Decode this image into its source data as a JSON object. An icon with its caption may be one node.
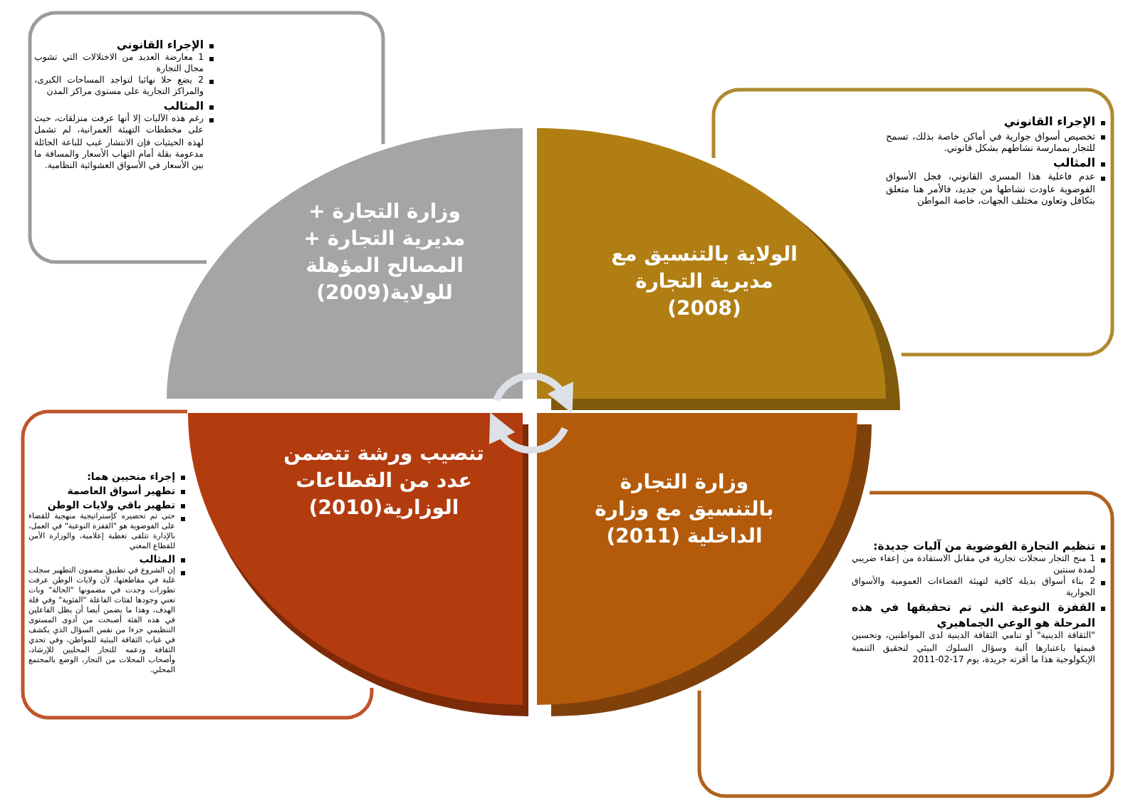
{
  "diagram": {
    "nodes": [
      {
        "text": [
          "الولاية بالتنسيق مع مديرية التجارة (2008)"
        ]
      },
      {
        "text": [
          "وزارة التجارة + مديرية التجارة + المصالح المؤهلة للولاية(2009)"
        ]
      },
      {
        "text": [
          "تنصيب ورشة تتضمن عدد من القطاعات الوزارية(2010)"
        ]
      },
      {
        "text": [
          "وزارة التجارة بالتنسيق مع وزارة الداخلية (2011)"
        ]
      },
      {
        "text": [
          "الإجراء القانوني",
          "تخصيص أسواق جوارية في أماكن خاصة بذلك، تسمح للتجار بممارسة نشاطهم بشكل قانوني.",
          "المثالب",
          "عدم فاعلية هذا المسرى القانوني، فجل الأسواق الفوضوية عاودت نشاطها من جديد، فالأمر هنا متعلق بتكافل وتعاون مختلف الجهات، خاصة المواطن"
        ]
      },
      {
        "text": [
          "الإجراء القانوني",
          "1 معارضة العديد من الاختلالات التي تشوب مجال التجارة",
          "2 يضع حلا نهائيا لتواجد المساحات الكبرى، والمراكز التجارية على مستوى مراكز المدن",
          "المثالب",
          "رغم هذه الآليات إلا أنها عرفت منزلقات، حيث على مخططات التهيئة العمرانية، لم تشمل لهذه الحيثيات فإن الانتشار غيب للباعة الجائلة مدعومة بقلة أمام التهاب الأسعار والمسافة ما بين الأسعار في الأسواق العشوائية النظامية."
        ]
      },
      {
        "text": [
          "إجراء منحيين هما:",
          "تطهير أسواق العاصمة",
          "تطهير باقي ولايات الوطن",
          "حتى تم تحضيره كإستراتيجية منهجية للقضاء على الفوضوية هو \"القفزة النوعية\" في العمل، بالإدارة تتلقى تغطية إعلامية، والوزارة الأمن للقطاع المعني",
          "المثالب",
          "إن الشروع في تطبيق مضمون التطهير سجلت غلبة في مقاطعتها، لأن ولايات الوطن عرفت تطورات وجدت في مضمونها \"الحالة\" وبات تعني وجودها لفئات الفاعلة \"الفئوية\" وفي قلة الهدف، وهذا ما يضمن أيضا أن يظل الفاعلين في هذه الفئة أصبحت من أدوى المستوى التنظيمي جزءا من نفس السؤال الذي يكشف في غياب الثقافة البيئية للمواطن، وفي تحدي الثقافة ودعمه للتجار المحليين للإرشاد، وأصحاب المحلات من التجار، الوضع بالمجتمع المحلي."
        ]
      },
      {
        "text": [
          "تنظيم التجارة الفوضوية من آليات جديدة:",
          "1 منح التجار سجلات تجارية في مقابل الاستفادة من إعفاء ضريبي لمدة سنتين",
          "2 بناء أسواق بديلة كافية لتهيئة الفضاءات العمومية والأسواق الجوارية",
          "القفزة النوعية التي تم تحقيقها في هذه المرحلة هو الوعي الجماهيري",
          "\"الثقافة الدينية\" أو تنامي الثقافة الدينية لدى المواطنين، وتحسين قيمتها باعتبارها آلية وسؤال السلوك البيئي لتحقيق التنمية الإيكولوجية هذا ما أقرته جريدة، يوم 17-02-2011"
        ]
      }
    ],
    "edges": [
      {
        "from": 1,
        "to": 0,
        "arrow": "to"
      },
      {
        "from": 3,
        "to": 2,
        "arrow": "to"
      }
    ]
  }
}
